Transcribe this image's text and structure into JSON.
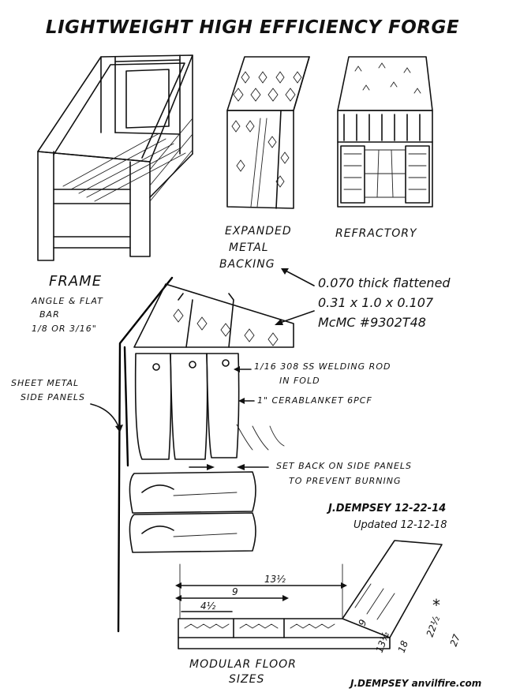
{
  "title": "LIGHTWEIGHT HIGH EFFICIENCY FORGE",
  "labels": {
    "expanded_metal": [
      "EXPANDED",
      "METAL",
      "BACKING"
    ],
    "refractory": "REFRACTORY",
    "frame": [
      "FRAME",
      "ANGLE & FLAT",
      "BAR",
      "1/8 OR 3/16\""
    ],
    "sheet_metal": [
      "SHEET METAL",
      "SIDE PANELS"
    ],
    "welding_rod": [
      "1/16  308 SS WELDING ROD",
      "IN FOLD"
    ],
    "cerablanket": "1\" CERABLANKET 6PCF",
    "setback": [
      "SET BACK ON SIDE PANELS",
      "TO PREVENT BURNING"
    ],
    "floor_sizes": [
      "MODULAR FLOOR",
      "SIZES"
    ]
  },
  "spec_note": [
    "0.070 thick flattened",
    "0.31 x 1.0 x 0.107",
    "McMC #9302T48"
  ],
  "credit": {
    "author_date": "J.DEMPSEY  12-22-14",
    "updated": "Updated  12-12-18",
    "footer": "J.DEMPSEY  anvilfire.com"
  },
  "dimensions": {
    "top": [
      "13½",
      "9",
      "4½"
    ],
    "stack": [
      "9",
      "13½",
      "18",
      "22½",
      "27"
    ],
    "star": "*"
  }
}
